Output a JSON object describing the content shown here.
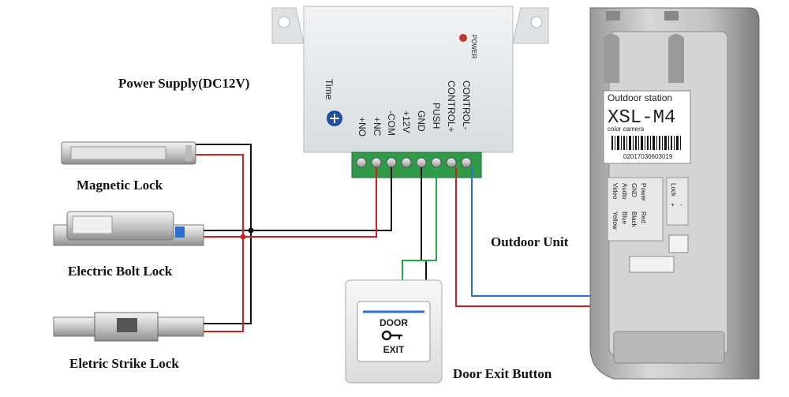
{
  "labels": {
    "power_supply": "Power Supply(DC12V)",
    "magnetic_lock": "Magnetic Lock",
    "electric_bolt_lock": "Electric Bolt Lock",
    "electric_strike_lock": "Eletric Strike Lock",
    "outdoor_unit": "Outdoor Unit",
    "door_exit_button": "Door Exit Button"
  },
  "power_box": {
    "power_led_label": "POWER",
    "time_label": "Time",
    "terminals": [
      "+NO",
      "+NC",
      "-COM",
      "+12V",
      "GND",
      "PUSH",
      "CONTROL+",
      "CONTROL-"
    ]
  },
  "outdoor_station": {
    "sticker_title": "Outdoor station",
    "model": "XSL-M4",
    "subtitle": "color camera",
    "barcode_number": "02017030603019",
    "pinout": [
      {
        "name": "Video",
        "color": "Yellow"
      },
      {
        "name": "Audio",
        "color": "Blue"
      },
      {
        "name": "GND",
        "color": "Black"
      },
      {
        "name": "Power",
        "color": "Red"
      }
    ],
    "lock_label": "Lock",
    "lock_plus": "+",
    "lock_minus": "-"
  },
  "exit_button": {
    "top_text": "DOOR",
    "bottom_text": "EXIT"
  },
  "wire_colors": {
    "red": "#d62020",
    "black": "#111111",
    "green": "#22aa44",
    "blue": "#2a6fd6"
  }
}
